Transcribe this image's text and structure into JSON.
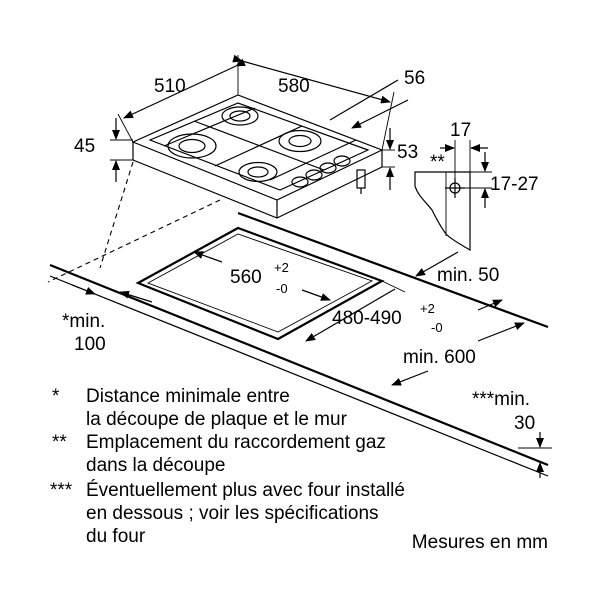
{
  "dimensions": {
    "width_510": "510",
    "depth_580": "580",
    "edge_56": "56",
    "height_45": "45",
    "height_53": "53",
    "gas_17": "17",
    "gas_range": "17-27",
    "gas_marker": "**",
    "min_50": "min. 50",
    "cutout_width_base": "560",
    "cutout_width_plus": "+2",
    "cutout_width_minus": "-0",
    "cutout_depth_base": "480-490",
    "cutout_depth_plus": "+2",
    "cutout_depth_minus": "-0",
    "wall_min_line1": "*min.",
    "wall_min_line2": "100",
    "min_600": "min. 600",
    "oven_min_line1": "***min.",
    "oven_min_line2": "30"
  },
  "notes": [
    {
      "marker": "*",
      "lines": [
        "Distance minimale entre",
        "la découpe de plaque et le mur"
      ]
    },
    {
      "marker": "**",
      "lines": [
        "Emplacement du raccordement gaz",
        "dans la découpe"
      ]
    },
    {
      "marker": "***",
      "lines": [
        "Éventuellement plus avec four installé",
        "en dessous ; voir les spécifications",
        "du four"
      ]
    }
  ],
  "units_note": "Mesures en mm"
}
